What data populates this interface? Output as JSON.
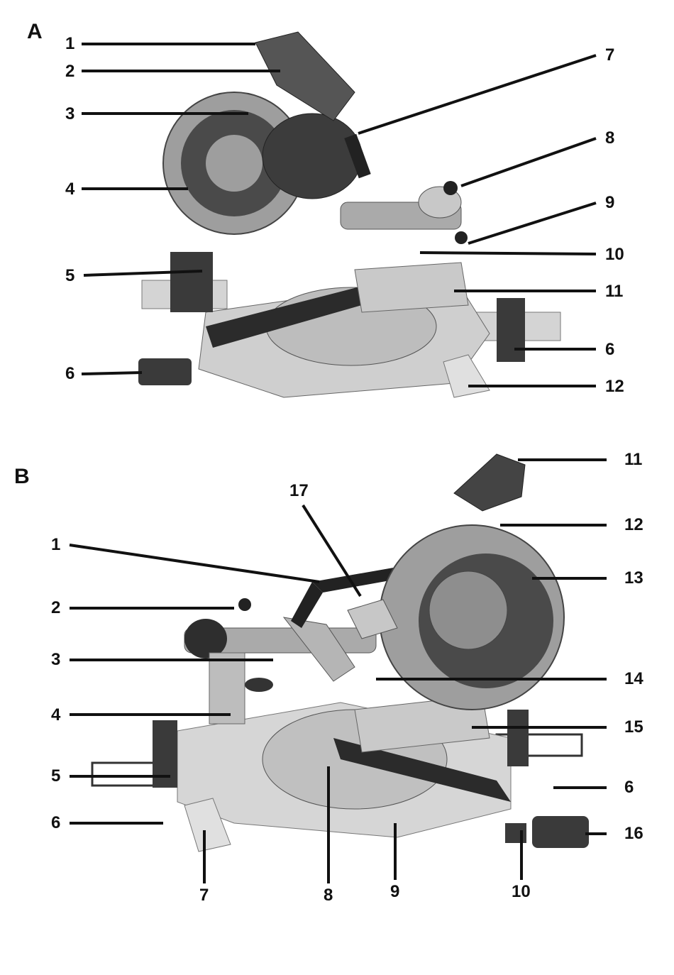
{
  "panels": [
    {
      "letter": "A",
      "callouts": [
        "1",
        "2",
        "3",
        "4",
        "5",
        "6",
        "7",
        "8",
        "9",
        "10",
        "11",
        "6",
        "12"
      ]
    },
    {
      "letter": "B",
      "callouts": [
        "1",
        "2",
        "3",
        "4",
        "5",
        "6",
        "17",
        "11",
        "12",
        "13",
        "14",
        "15",
        "6",
        "16",
        "7",
        "8",
        "9",
        "10"
      ]
    }
  ]
}
